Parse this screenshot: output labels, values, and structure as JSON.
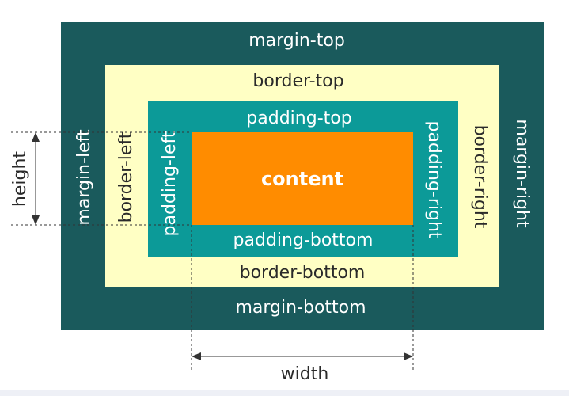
{
  "labels": {
    "margin_top": "margin-top",
    "margin_bottom": "margin-bottom",
    "margin_left": "margin-left",
    "margin_right": "margin-right",
    "border_top": "border-top",
    "border_bottom": "border-bottom",
    "border_left": "border-left",
    "border_right": "border-right",
    "padding_top": "padding-top",
    "padding_bottom": "padding-bottom",
    "padding_left": "padding-left",
    "padding_right": "padding-right",
    "content": "content",
    "height": "height",
    "width": "width"
  },
  "colors": {
    "margin": "#1a5a5c",
    "border": "#ffffc4",
    "padding": "#0c9a98",
    "content": "#ff8c00",
    "annotation_line": "#333333"
  }
}
